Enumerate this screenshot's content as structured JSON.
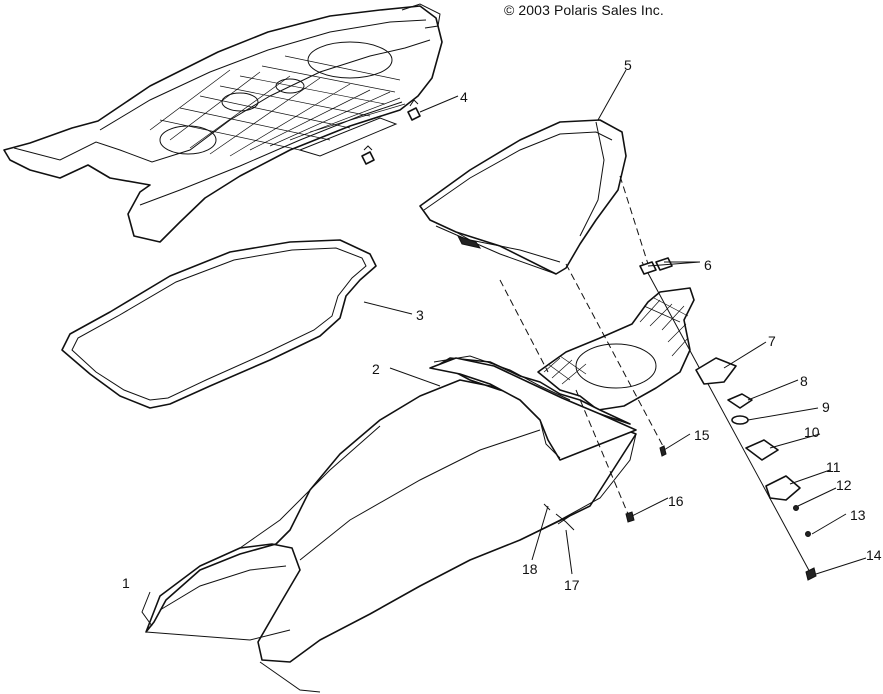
{
  "copyright": "© 2003 Polaris Sales Inc.",
  "callouts": [
    "1",
    "2",
    "3",
    "4",
    "5",
    "6",
    "7",
    "8",
    "9",
    "10",
    "11",
    "12",
    "13",
    "14",
    "15",
    "16",
    "17",
    "18"
  ]
}
